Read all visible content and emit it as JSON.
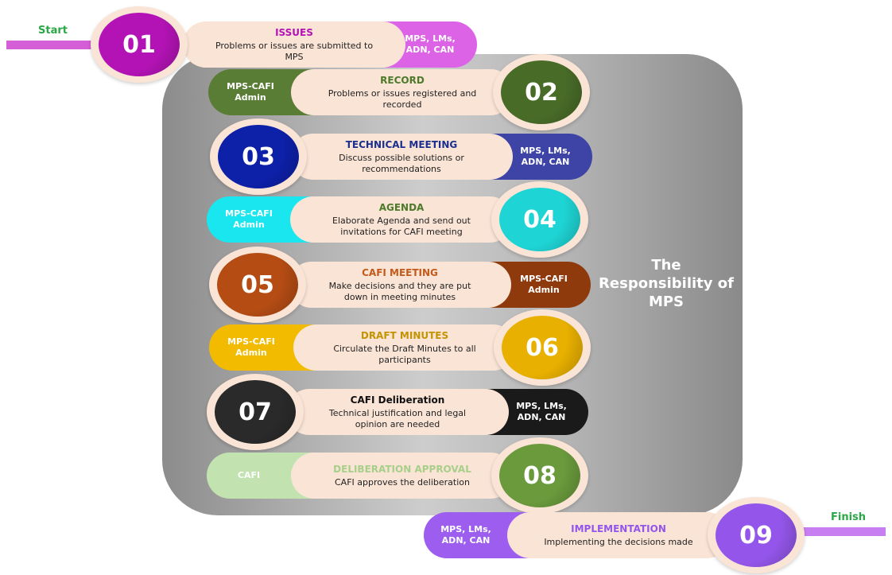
{
  "flow": {
    "start_label": "Start",
    "finish_label": "Finish",
    "panel_title": "The Responsibility of MPS"
  },
  "colors": {
    "start_bar": "#d45fd6",
    "finish_bar": "#c77ef0",
    "card_fill": "#fae4d6"
  },
  "steps": [
    {
      "number": "01",
      "title": "ISSUES",
      "description": "Problems or issues are submitted to MPS",
      "responsible": "MPS, LMs, ADN, CAN",
      "color": "#b313b5",
      "tab_color": "#dc62e6",
      "title_color": "#b313b5"
    },
    {
      "number": "02",
      "title": "RECORD",
      "description": "Problems or issues registered and recorded",
      "responsible": "MPS-CAFI Admin",
      "color": "#486b28",
      "tab_color": "#5a7d35",
      "title_color": "#4c7a2a"
    },
    {
      "number": "03",
      "title": "TECHNICAL MEETING",
      "description": "Discuss possible solutions or recommendations",
      "responsible": "MPS, LMs, ADN, CAN",
      "color": "#0d20a8",
      "tab_color": "#3d44a6",
      "title_color": "#1b2f8f"
    },
    {
      "number": "04",
      "title": "AGENDA",
      "description": "Elaborate Agenda and send out invitations for CAFI meeting",
      "responsible": "MPS-CAFI Admin",
      "color": "#1fd4d4",
      "tab_color": "#19e6ee",
      "title_color": "#4c7a2a"
    },
    {
      "number": "05",
      "title": "CAFI MEETING",
      "description": "Make decisions and they are put down in meeting minutes",
      "responsible": "MPS-CAFI Admin",
      "color": "#b44c14",
      "tab_color": "#8f3a0c",
      "title_color": "#c25a1a"
    },
    {
      "number": "06",
      "title": "DRAFT MINUTES",
      "description": "Circulate the Draft Minutes to all participants",
      "responsible": "MPS-CAFI Admin",
      "color": "#e8b000",
      "tab_color": "#f2bb00",
      "title_color": "#c49400"
    },
    {
      "number": "07",
      "title": "CAFI Deliberation",
      "description": "Technical justification and legal opinion are needed",
      "responsible": "MPS, LMs, ADN, CAN",
      "color": "#2a2a2a",
      "tab_color": "#1a1a1a",
      "title_color": "#111111"
    },
    {
      "number": "08",
      "title": "DELIBERATION APPROVAL",
      "description": "CAFI approves the deliberation",
      "responsible": "CAFI",
      "color": "#6a9a3c",
      "tab_color": "#c2e2b0",
      "title_color": "#a8cf8a"
    },
    {
      "number": "09",
      "title": "IMPLEMENTATION",
      "description": "Implementing the decisions made",
      "responsible": "MPS, LMs, ADN, CAN",
      "color": "#9456ea",
      "tab_color": "#9d5ef0",
      "title_color": "#9456ea"
    }
  ]
}
